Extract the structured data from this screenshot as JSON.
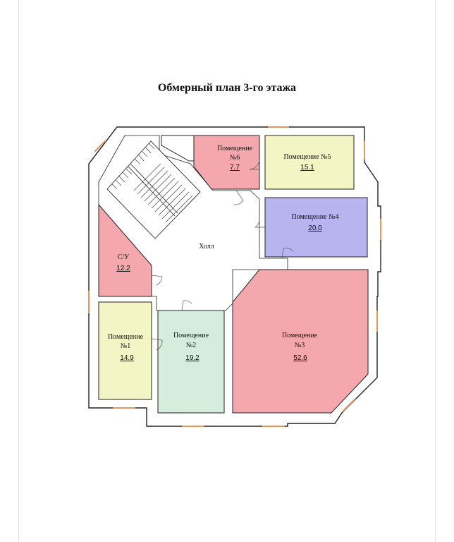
{
  "title": "Обмерный план 3-го этажа",
  "colors": {
    "wall_fill": "#ffffff",
    "wall_stroke": "#222222",
    "pink": "#f4a8ad",
    "yellow": "#f3f5c4",
    "mint": "#d6ecdd",
    "lavender": "#b7b4f0",
    "window": "#e8955a"
  },
  "rooms": {
    "r6": {
      "label1": "Помещение",
      "label2": "№6",
      "area": "7.7"
    },
    "r5": {
      "label1": "Помещение №5",
      "area": "15.1"
    },
    "r4": {
      "label1": "Помещение №4",
      "area": "20.0"
    },
    "su": {
      "label1": "С/У",
      "area": "12.2"
    },
    "hall": {
      "label1": "Холл"
    },
    "r1": {
      "label1": "Помещение",
      "label2": "№1",
      "area": "14.9"
    },
    "r2": {
      "label1": "Помещение",
      "label2": "№2",
      "area": "19.2"
    },
    "r3": {
      "label1": "Помещение",
      "label2": "№3",
      "area": "52.6"
    }
  }
}
